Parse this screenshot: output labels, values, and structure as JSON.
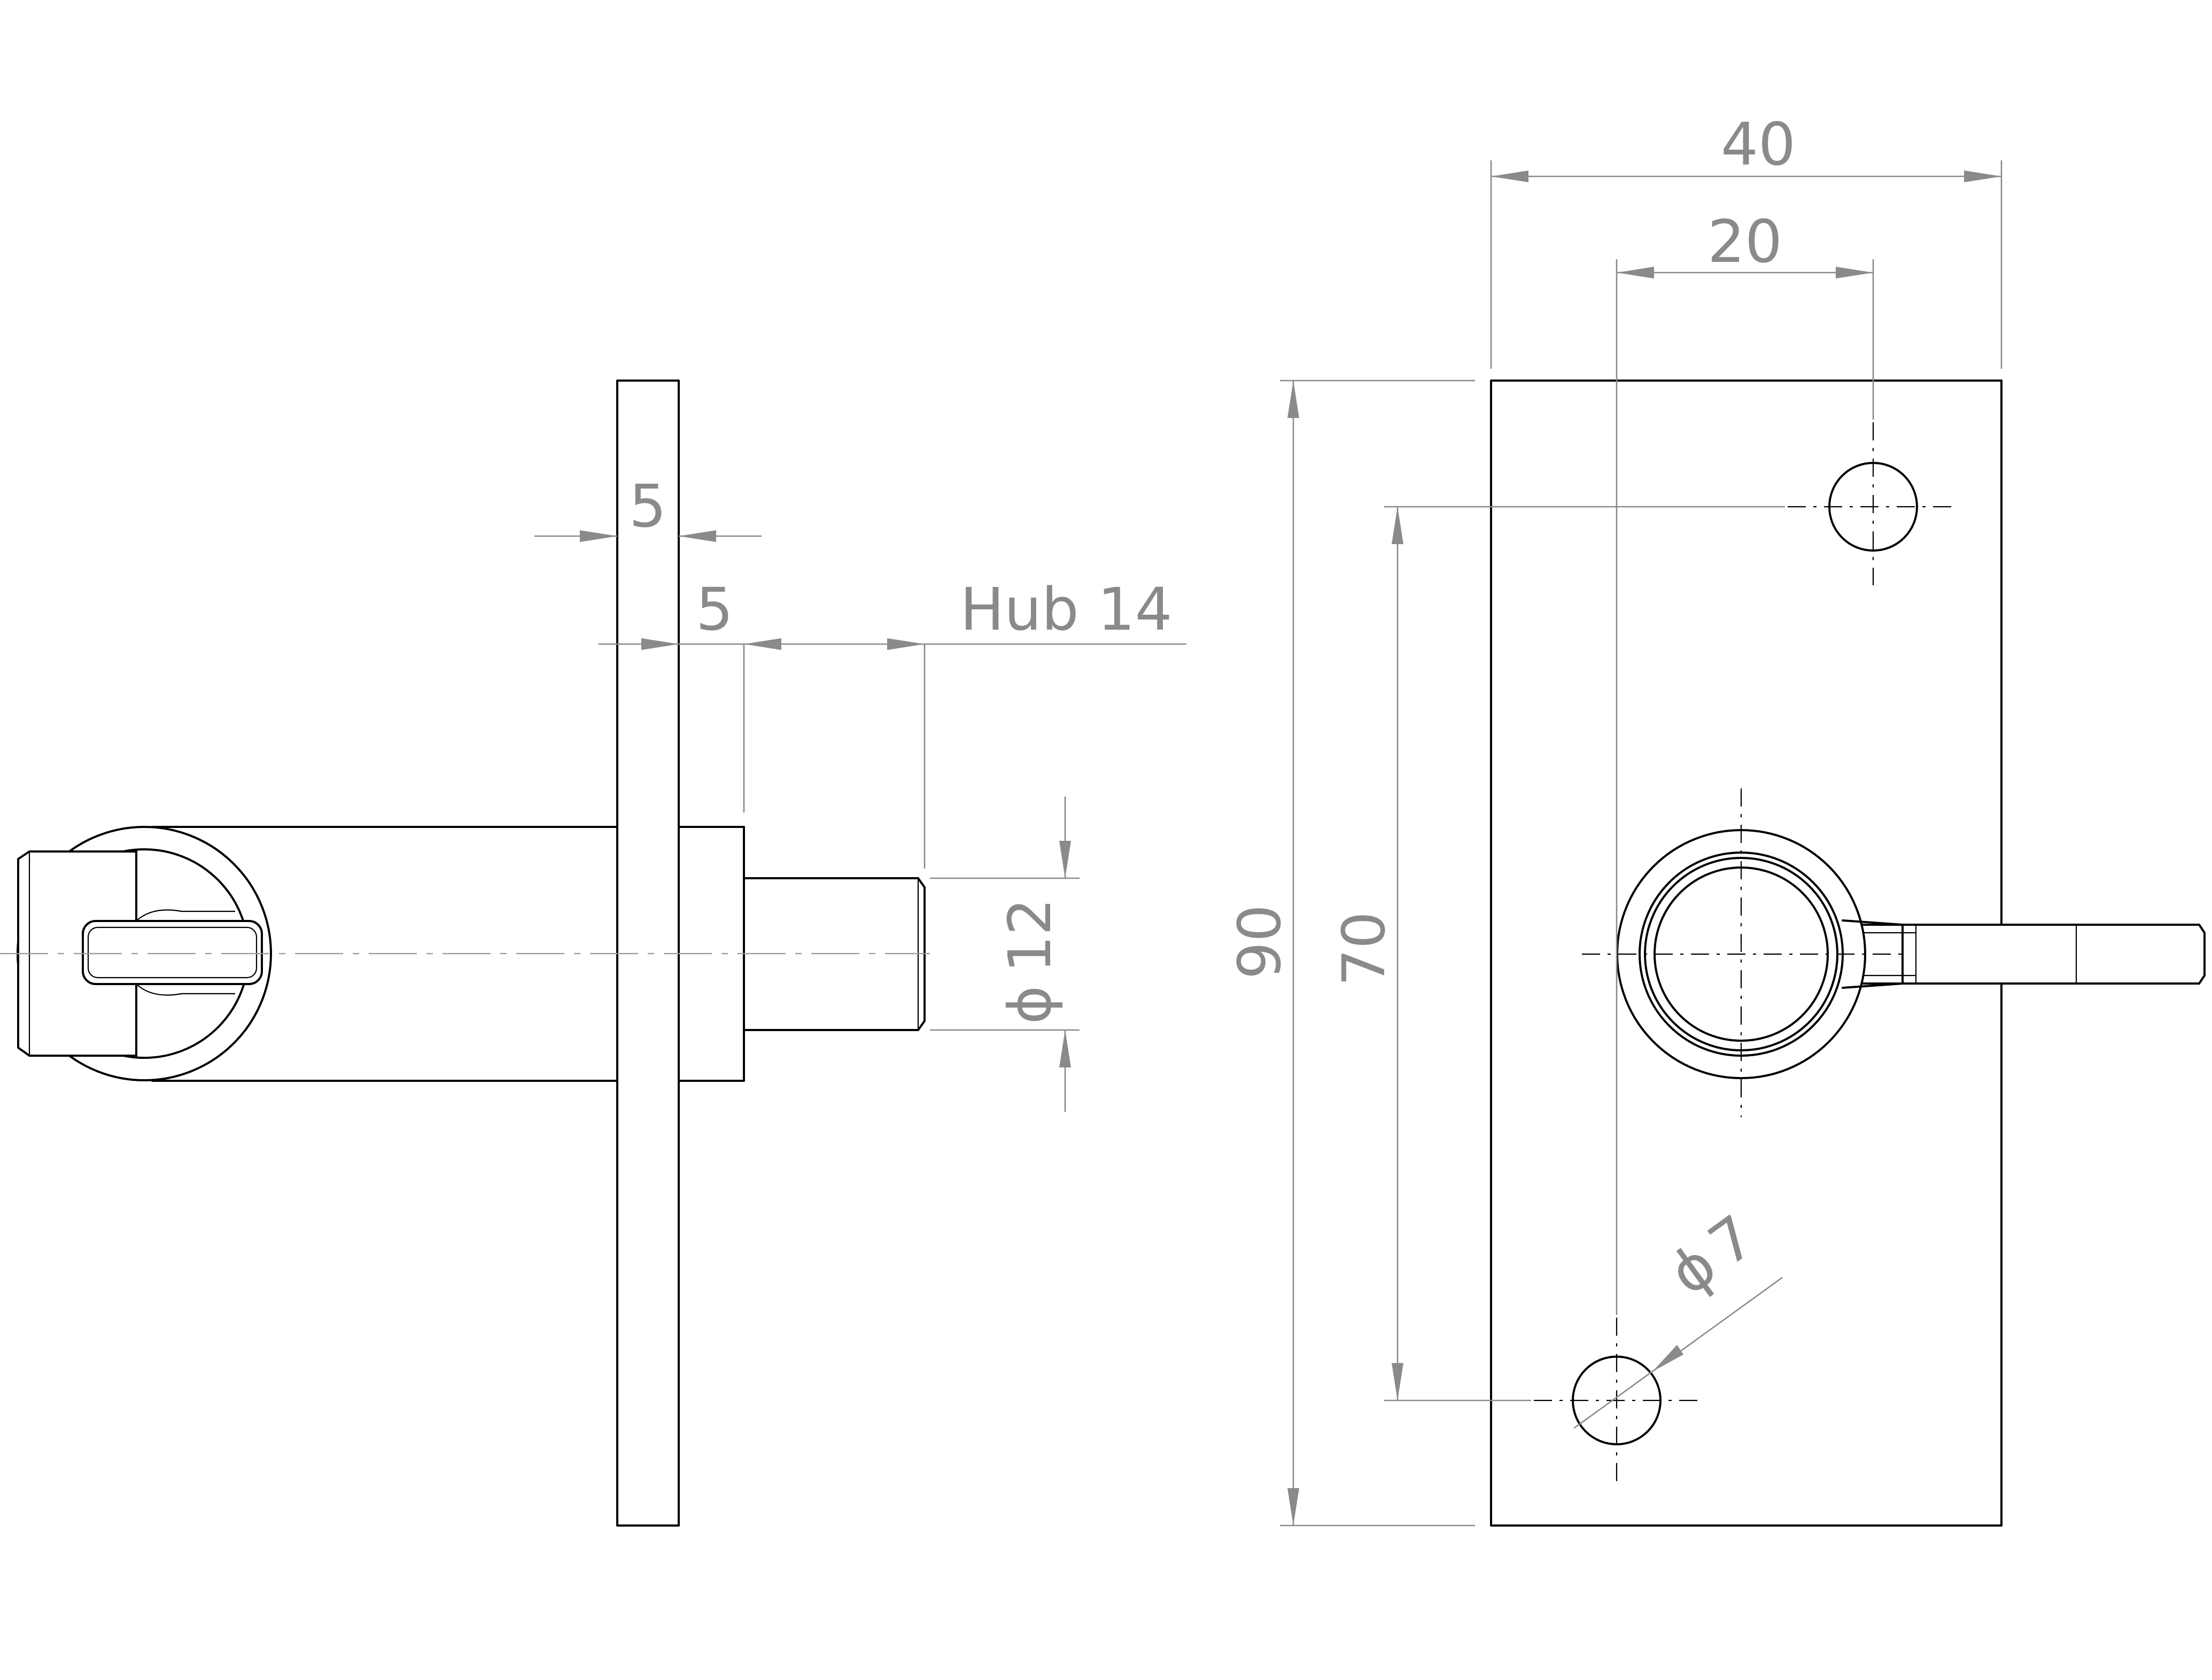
{
  "side_view": {
    "labels": {
      "plate_thickness": "5",
      "collar_length": "5",
      "stroke": "Hub 14",
      "pin_diameter": "12"
    }
  },
  "front_view": {
    "labels": {
      "overall_width": "40",
      "hole_spacing_x": "20",
      "overall_height": "90",
      "hole_spacing_y": "70",
      "hole_diameter": "7"
    }
  },
  "symbols": {
    "diameter": "ϕ"
  },
  "colors": {
    "outline": "#000000",
    "dimension": "#8a8a8a"
  }
}
